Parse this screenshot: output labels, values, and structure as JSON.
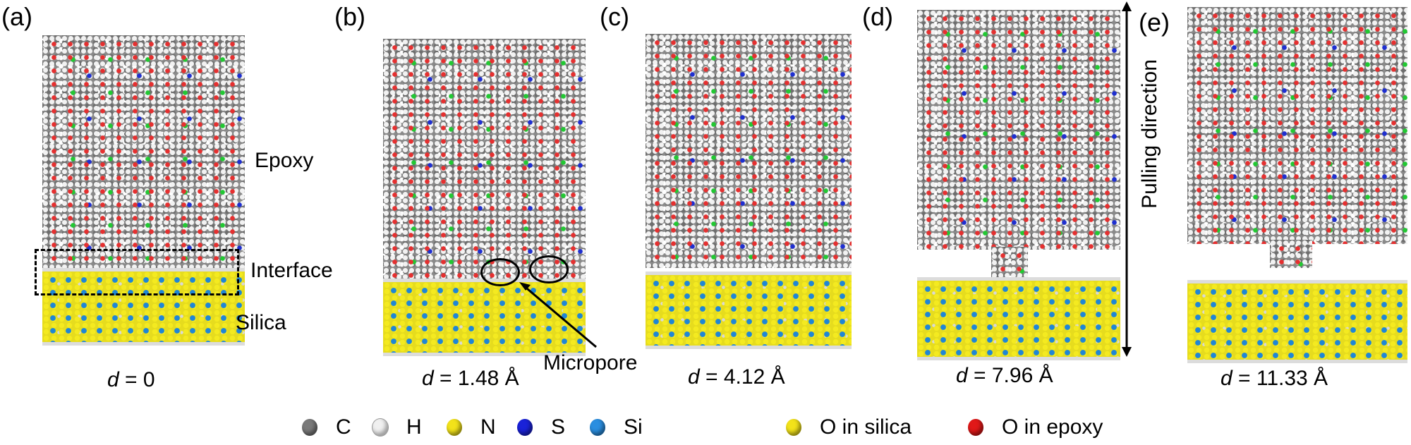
{
  "figure": {
    "panels": [
      {
        "id": "a",
        "label": "(a)",
        "caption_var": "d",
        "caption_rest": " = 0"
      },
      {
        "id": "b",
        "label": "(b)",
        "caption_var": "d",
        "caption_rest": " = 1.48 Å"
      },
      {
        "id": "c",
        "label": "(c)",
        "caption_var": "d",
        "caption_rest": " = 4.12 Å"
      },
      {
        "id": "d",
        "label": "(d)",
        "caption_var": "d",
        "caption_rest": " = 7.96 Å"
      },
      {
        "id": "e",
        "label": "(e)",
        "caption_var": "d",
        "caption_rest": " = 11.33 Å"
      }
    ],
    "annotations": {
      "epoxy": "Epoxy",
      "interface": "Interface",
      "silica": "Silica",
      "micropore": "Micropore",
      "pulling_direction": "Pulling direction"
    },
    "legend": [
      {
        "symbol": "C",
        "color": "#7a7a7a"
      },
      {
        "symbol": "H",
        "color": "#f0f0f0"
      },
      {
        "symbol": "N",
        "color": "#f2e21a"
      },
      {
        "symbol": "S",
        "color": "#1a22d8"
      },
      {
        "symbol": "Si",
        "color": "#2a8ee0"
      },
      {
        "symbol": "O in silica",
        "color": "#f2e21a"
      },
      {
        "symbol": "O in epoxy",
        "color": "#e01818"
      }
    ],
    "colors": {
      "carbon": "#7a7a7a",
      "hydrogen": "#f0f0f0",
      "nitrogen_green": "#22c833",
      "sulfur": "#1a22d8",
      "silicon": "#2a8ee0",
      "oxygen_silica": "#f2e21a",
      "oxygen_epoxy": "#e01818"
    }
  }
}
